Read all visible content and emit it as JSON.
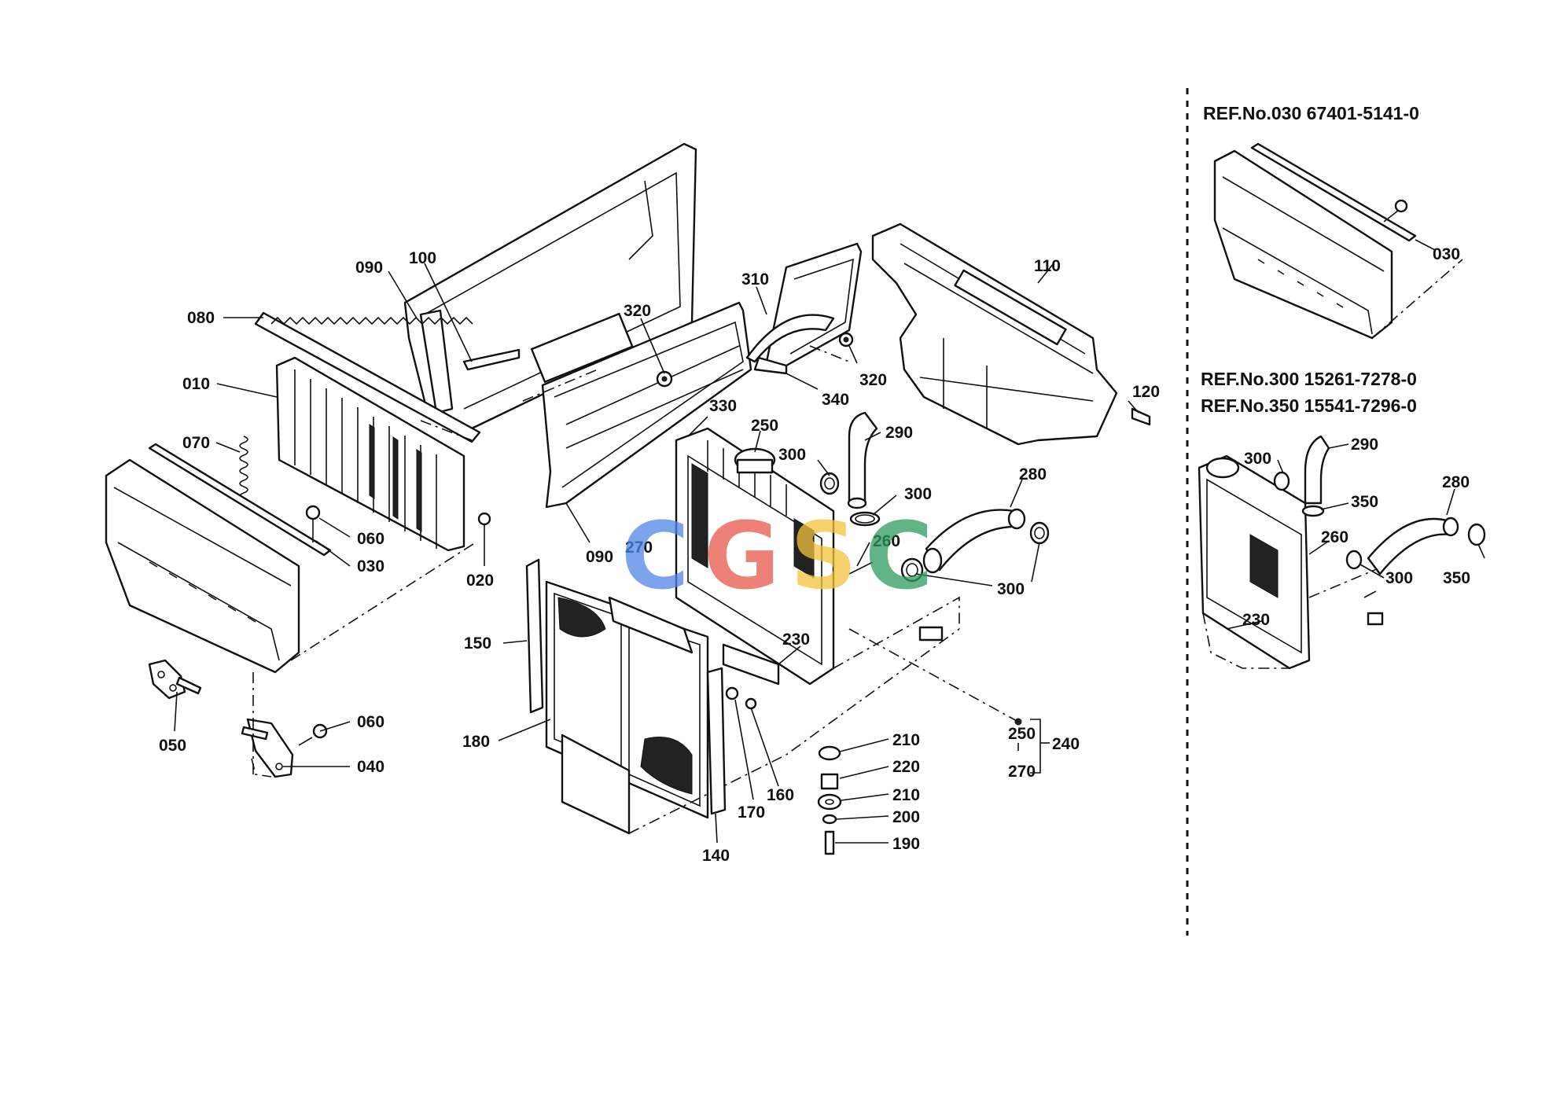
{
  "diagram": {
    "labels": {
      "p010": "010",
      "p020": "020",
      "p030": "030",
      "p040": "040",
      "p050": "050",
      "p060a": "060",
      "p060b": "060",
      "p070": "070",
      "p080": "080",
      "p090a": "090",
      "p090b": "090",
      "p100": "100",
      "p110": "110",
      "p120": "120",
      "p140": "140",
      "p150": "150",
      "p160": "160",
      "p170": "170",
      "p180": "180",
      "p190": "190",
      "p200": "200",
      "p210a": "210",
      "p210b": "210",
      "p220": "220",
      "p230": "230",
      "p240": "240",
      "p250a": "250",
      "p250b": "250",
      "p260": "260",
      "p270a": "270",
      "p270b": "270",
      "p280": "280",
      "p290": "290",
      "p300a": "300",
      "p300b": "300",
      "p300c": "300",
      "p310": "310",
      "p320a": "320",
      "p320b": "320",
      "p330": "330",
      "p340": "340"
    },
    "inset_labels": {
      "i030": "030",
      "i300a": "300",
      "i290": "290",
      "i350a": "350",
      "i260": "260",
      "i280": "280",
      "i300b": "300",
      "i350b": "350",
      "i230": "230"
    },
    "references": {
      "ref030": "REF.No.030 67401-5141-0",
      "ref300": "REF.No.300 15261-7278-0",
      "ref350": "REF.No.350 15541-7296-0"
    }
  },
  "watermark": {
    "letters": [
      "C",
      "G",
      "S",
      "C"
    ],
    "colors": [
      "#4f86e8",
      "#e8584a",
      "#f2c43a",
      "#2e9a5e"
    ]
  }
}
